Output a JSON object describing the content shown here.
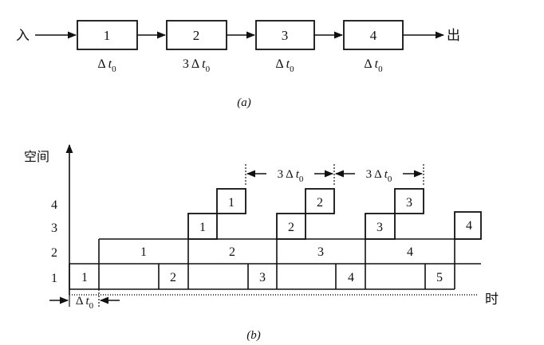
{
  "part_a": {
    "input_label": "入",
    "output_label": "出",
    "stages": [
      {
        "label": "1",
        "time_coef": "",
        "time_sym": "Δ",
        "time_var": "t",
        "time_sub": "0"
      },
      {
        "label": "2",
        "time_coef": "3",
        "time_sym": "Δ",
        "time_var": "t",
        "time_sub": "0"
      },
      {
        "label": "3",
        "time_coef": "",
        "time_sym": "Δ",
        "time_var": "t",
        "time_sub": "0"
      },
      {
        "label": "4",
        "time_coef": "",
        "time_sym": "Δ",
        "time_var": "t",
        "time_sub": "0"
      }
    ],
    "caption": "(a)"
  },
  "part_b": {
    "y_axis_label": "空间",
    "x_axis_label": "时",
    "y_levels": [
      "1",
      "2",
      "3",
      "4"
    ],
    "caption": "(b)",
    "unit_interval": {
      "sym": "Δ",
      "var": "t",
      "sub": "0"
    },
    "period_labels": [
      {
        "coef": "3",
        "sym": "Δ",
        "var": "t",
        "sub": "0"
      },
      {
        "coef": "3",
        "sym": "Δ",
        "var": "t",
        "sub": "0"
      }
    ],
    "level1_tasks": [
      "1",
      "2",
      "3",
      "4",
      "5"
    ],
    "level2_tasks": [
      "1",
      "2",
      "3",
      "4"
    ],
    "level3_tasks": [
      "1",
      "2",
      "3",
      "4"
    ],
    "level4_tasks": [
      "1",
      "2",
      "3"
    ]
  }
}
